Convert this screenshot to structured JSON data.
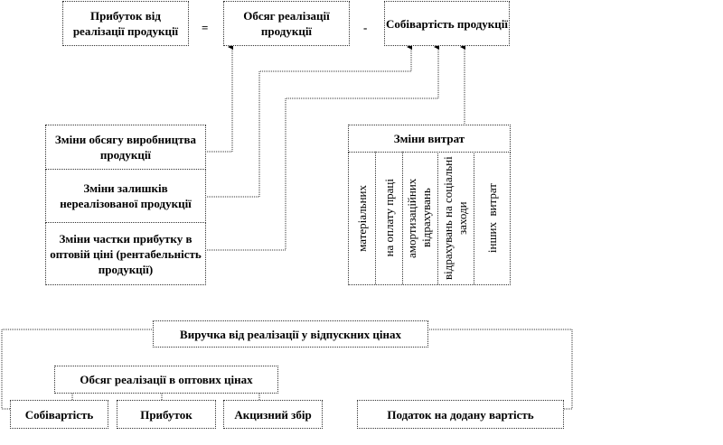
{
  "formula": {
    "profit": "Прибуток від реалізації продукції",
    "equals": "=",
    "sales_volume": "Обсяг реалізації продукції",
    "minus": "-",
    "cost": "Собівартість продукції"
  },
  "factors_left": [
    "Зміни обсягу виробництва продукції",
    "Зміни залишків нереалізованої продукції",
    "Зміни частки прибутку в оптовій ціні (рентабельність продукції)"
  ],
  "cost_changes": {
    "title": "Зміни витрат",
    "items": [
      "матеріальних",
      "на оплату праці",
      "амортизаційних відрахувань",
      "відрахувань на соціальні заходи",
      "інших  витрат"
    ]
  },
  "revenue": {
    "title": "Виручка від реалізації у відпускних цінах",
    "wholesale": "Обсяг реалізації в оптових цінах",
    "parts": [
      "Собівартість",
      "Прибуток",
      "Акцизний збір"
    ],
    "vat": "Податок на додану вартість"
  },
  "colors": {
    "line": "#333333",
    "background": "#ffffff"
  }
}
